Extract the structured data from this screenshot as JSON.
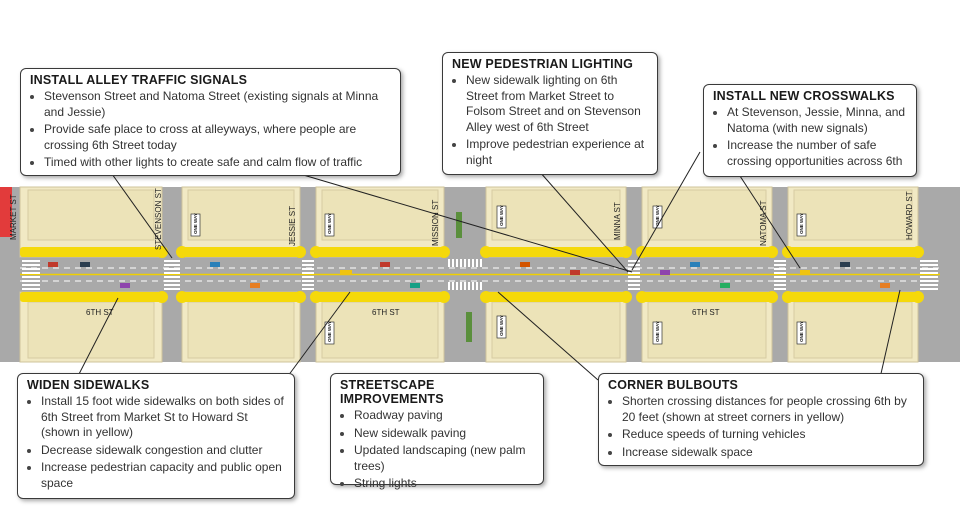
{
  "callouts": [
    {
      "title": "INSTALL ALLEY TRAFFIC SIGNALS",
      "items": [
        "Stevenson Street and Natoma Street (existing signals at Minna and Jessie)",
        "Provide safe place to cross at alleyways, where people are crossing 6th Street today",
        "Timed with other lights to create safe and calm flow of traffic"
      ]
    },
    {
      "title": "NEW PEDESTRIAN LIGHTING",
      "items": [
        "New sidewalk lighting on 6th Street from Market Street to Folsom Street and on Stevenson Alley west of 6th Street",
        "Improve pedestrian experience at night"
      ]
    },
    {
      "title": "INSTALL NEW CROSSWALKS",
      "items": [
        "At Stevenson, Jessie, Minna, and Natoma (with new signals)",
        "Increase the number of safe crossing opportunities across 6th"
      ]
    },
    {
      "title": "WIDEN SIDEWALKS",
      "items": [
        "Install 15 foot wide sidewalks on both sides of 6th Street from Market St to Howard St (shown in yellow)",
        "Decrease sidewalk congestion and clutter",
        "Increase pedestrian capacity and public open space"
      ]
    },
    {
      "title": "STREETSCAPE IMPROVEMENTS",
      "items": [
        "Roadway paving",
        "New sidewalk paving",
        "Updated landscaping (new palm trees)",
        "String lights"
      ]
    },
    {
      "title": "CORNER BULBOUTS",
      "items": [
        "Shorten crossing distances for people crossing 6th by 20 feet (shown at street corners in yellow)",
        "Reduce speeds of turning vehicles",
        "Increase sidewalk space"
      ]
    }
  ],
  "streets": {
    "cross": [
      "MARKET ST",
      "STEVENSON ST",
      "JESSIE ST",
      "MISSION ST",
      "MINNA ST",
      "NATOMA ST",
      "HOWARD ST"
    ],
    "main": "6TH ST",
    "one_way": "ONE WAY"
  },
  "colors": {
    "block": "#f1e9c4",
    "block_edge": "#cfc49b",
    "sidewalk_highlight": "#f5d90a",
    "road": "#a9a9a9",
    "callout_border": "#3a3a3a"
  }
}
